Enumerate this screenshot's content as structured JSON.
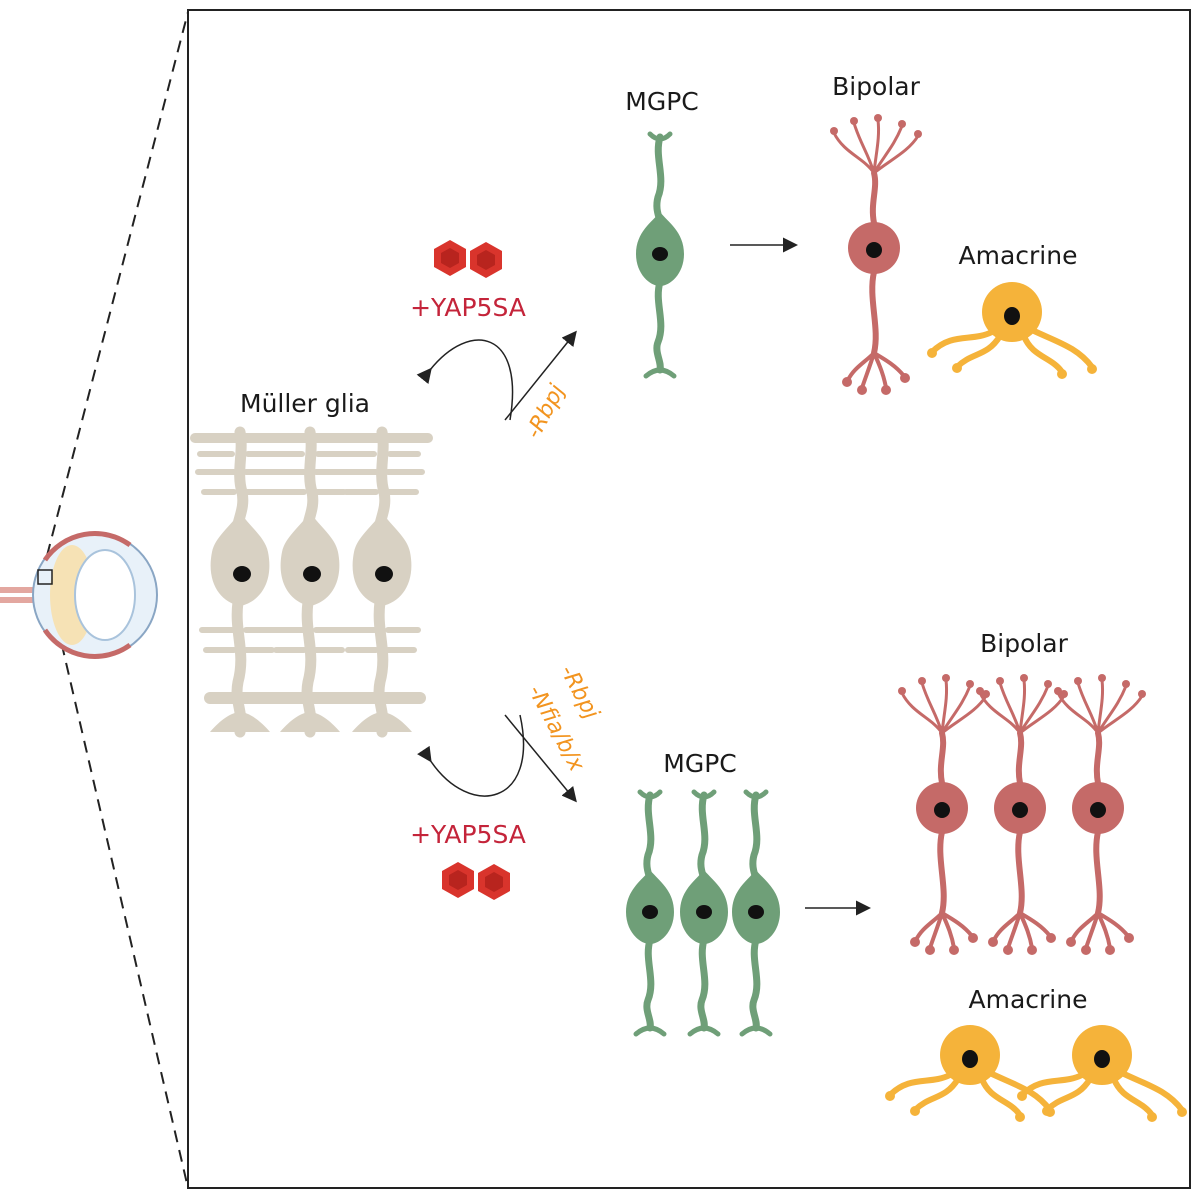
{
  "colors": {
    "muller": "#d8d1c3",
    "mgpc": "#6f9f78",
    "bipolar": "#c56a68",
    "amacrine": "#f5b33a",
    "nucleus": "#111111",
    "yap": "#d9342c",
    "orange_text": "#f2941f",
    "red_text": "#c4243a"
  },
  "labels": {
    "muller_glia": "Müller glia",
    "top": {
      "treatment": "+YAP5SA",
      "knockout": "-Rbpj",
      "progenitor": "MGPC",
      "bipolar": "Bipolar",
      "amacrine": "Amacrine"
    },
    "bottom": {
      "treatment": "+YAP5SA",
      "knockout_1": "-Rbpj",
      "knockout_2": "-Nfia/b/x",
      "progenitor": "MGPC",
      "bipolar": "Bipolar",
      "amacrine": "Amacrine"
    }
  }
}
